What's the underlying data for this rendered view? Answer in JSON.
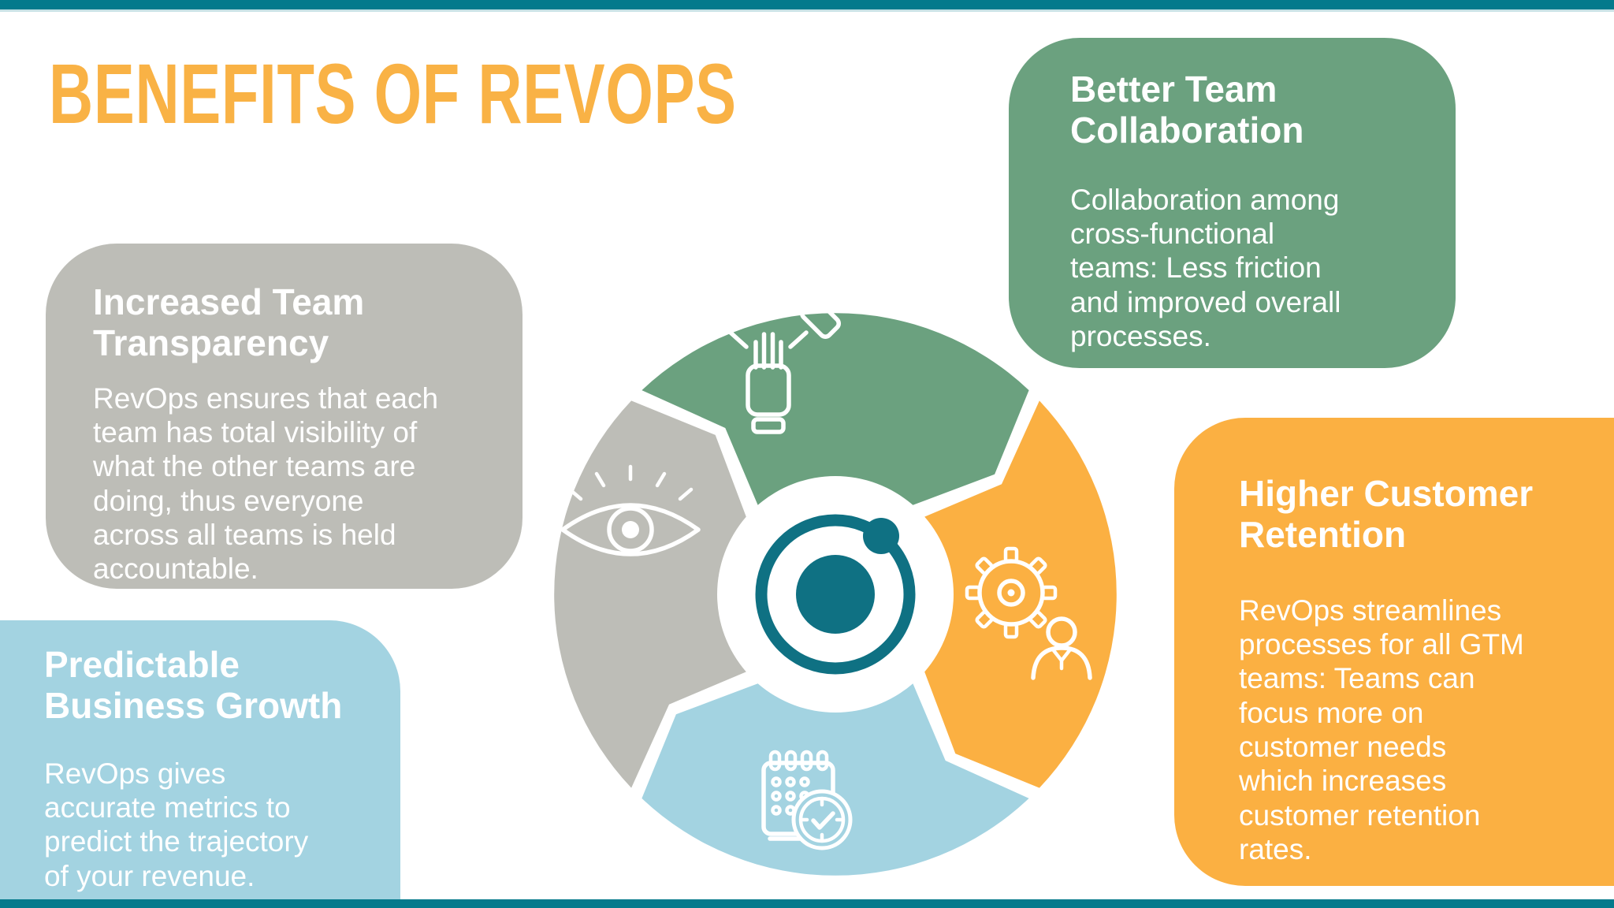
{
  "title": "BENEFITS OF REVOPS",
  "colors": {
    "teal_bar": "#047A8C",
    "logo_teal": "#0F7183",
    "green": "#6BA17F",
    "gray": "#BDBDB7",
    "blue": "#A3D3E1",
    "orange": "#FBB042",
    "title": "#F9B245",
    "text_on_card": "#FFFFFF"
  },
  "cards": {
    "transparency": {
      "heading_lines": [
        "Increased Team",
        "Transparency"
      ],
      "body_lines": [
        "RevOps ensures that each",
        "team has total visibility of",
        "what the other teams are",
        "doing, thus everyone",
        "across all teams is held",
        "accountable."
      ]
    },
    "collaboration": {
      "heading_lines": [
        "Better Team",
        "Collaboration"
      ],
      "body_lines": [
        "Collaboration among",
        "cross-functional",
        "teams: Less friction",
        "and improved overall",
        "processes."
      ]
    },
    "growth": {
      "heading_lines": [
        "Predictable",
        "Business Growth"
      ],
      "body_lines": [
        "RevOps gives",
        "accurate metrics to",
        "predict the trajectory",
        "of your revenue."
      ]
    },
    "retention": {
      "heading_lines": [
        "Higher Customer",
        "Retention"
      ],
      "body_lines": [
        "RevOps streamlines",
        "processes for all GTM",
        "teams: Teams can",
        "focus more on",
        "customer needs",
        "which increases",
        "customer retention",
        "rates."
      ]
    }
  },
  "diagram": {
    "type": "circular-cycle",
    "segments": [
      {
        "id": "collaboration",
        "position": "top",
        "color_key": "green",
        "icon": "teamwork-hands-icon"
      },
      {
        "id": "retention",
        "position": "right",
        "color_key": "orange",
        "icon": "gear-person-icon"
      },
      {
        "id": "growth",
        "position": "bottom",
        "color_key": "blue",
        "icon": "calendar-clock-icon"
      },
      {
        "id": "transparency",
        "position": "left",
        "color_key": "gray",
        "icon": "eye-icon"
      }
    ],
    "center_logo": "atom-orbit-logo"
  }
}
